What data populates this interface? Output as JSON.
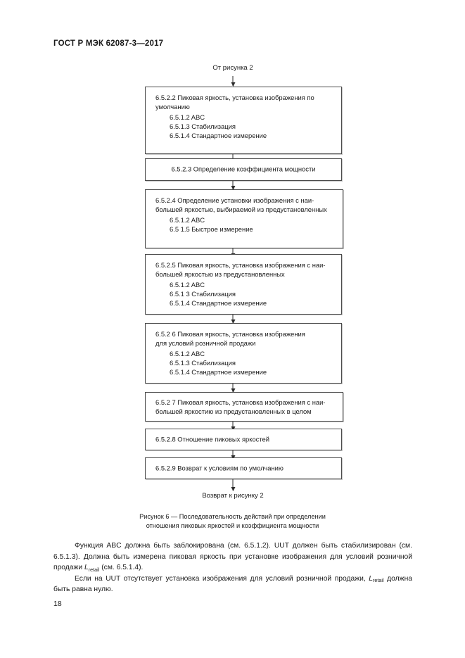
{
  "document": {
    "header": "ГОСТ Р МЭК 62087-3—2017",
    "page_number": "18"
  },
  "flowchart": {
    "entry_label": "От рисунка 2",
    "exit_label": "Возврат к рисунку 2",
    "caption_line1": "Рисунок 6 — Последовательность действий при определении",
    "caption_line2": "отношения пиковых яркостей и коэффициента мощности",
    "nodes": [
      {
        "id": "n1",
        "title_line1": "6.5.2.2 Пиковая яркость, установка изображения по",
        "title_line2": "умолчанию",
        "items": [
          "6.5.1.2 ABC",
          "6.5.1.3 Стабилизация",
          "6.5.1.4 Стандартное измерение"
        ]
      },
      {
        "id": "n2",
        "title_line1": "6.5.2.3 Определение коэффициента мощности",
        "title_line2": "",
        "items": []
      },
      {
        "id": "n3",
        "title_line1": "6.5.2.4 Определение установки изображения с наи-",
        "title_line2": "большей яркостью, выбираемой из предустановленных",
        "items": [
          "6.5.1.2 ABC",
          "6.5 1.5 Быстрое измерение"
        ]
      },
      {
        "id": "n4",
        "title_line1": "6.5.2.5 Пиковая яркость, установка изображения с наи-",
        "title_line2": "большей яркостью из предустановленных",
        "items": [
          "6.5.1.2 ABC",
          "6.5.1 3 Стабилизация",
          "6.5.1.4 Стандартное измерение"
        ]
      },
      {
        "id": "n5",
        "title_line1": "6.5.2 6 Пиковая яркость, установка изображения",
        "title_line2": "для условий розничной продажи",
        "items": [
          "6.5.1.2 ABC",
          "6.5.1.3 Стабилизация",
          "6.5.1.4 Стандартное измерение"
        ]
      },
      {
        "id": "n6",
        "title_line1": "6.5.2 7 Пиковая яркость, установка изображения с наи-",
        "title_line2": "большей яркостию  из предустановленных в целом",
        "items": []
      },
      {
        "id": "n7",
        "title_line1": "6.5.2.8 Отношение пиковых яркостей",
        "title_line2": "",
        "items": []
      },
      {
        "id": "n8",
        "title_line1": "6.5.2.9 Возврат к условиям по умолчанию",
        "title_line2": "",
        "items": []
      }
    ]
  },
  "body": {
    "paragraph1_part1": "Функция ABC должна быть заблокирована (см. 6.5.1.2). UUT должен быть стабилизирован (см. 6.5.1.3). Должна быть измерена пиковая яркость при установке изображения для условий рознич­ной продажи ",
    "paragraph1_symbol": "L",
    "paragraph1_subscript": "retail",
    "paragraph1_part2": " (см. 6.5.1.4).",
    "paragraph2_part1": "Если на UUT отсутствует установка изображения для условий розничной продажи, ",
    "paragraph2_symbol": "L",
    "paragraph2_subscript": "retail",
    "paragraph2_part2": " должна быть равна нулю."
  }
}
